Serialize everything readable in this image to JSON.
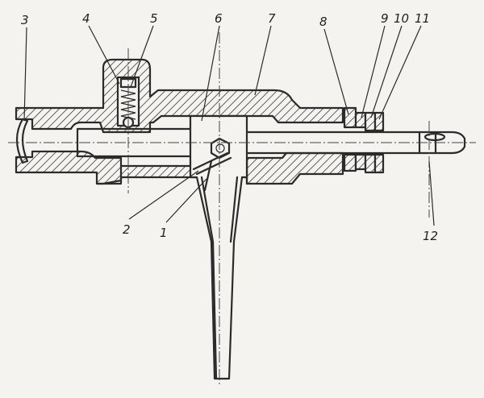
{
  "callouts": [
    {
      "id": "label-1",
      "text": "1"
    },
    {
      "id": "label-2",
      "text": "2"
    },
    {
      "id": "label-3",
      "text": "3"
    },
    {
      "id": "label-4",
      "text": "4"
    },
    {
      "id": "label-5",
      "text": "5"
    },
    {
      "id": "label-6",
      "text": "6"
    },
    {
      "id": "label-7",
      "text": "7"
    },
    {
      "id": "label-8",
      "text": "8"
    },
    {
      "id": "label-9",
      "text": "9"
    },
    {
      "id": "label-10",
      "text": "10"
    },
    {
      "id": "label-11",
      "text": "11"
    },
    {
      "id": "label-12",
      "text": "12"
    }
  ]
}
